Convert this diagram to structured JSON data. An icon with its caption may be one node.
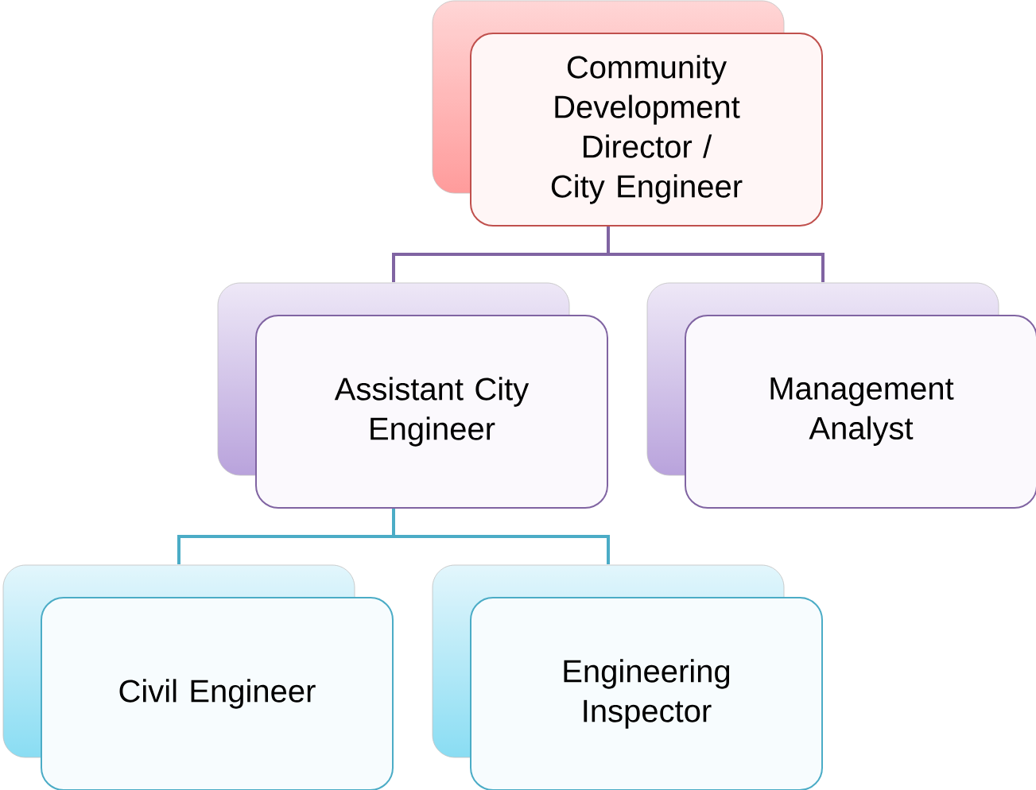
{
  "diagram": {
    "nodes": [
      {
        "text": [
          "Community Development Director / City Engineer"
        ]
      },
      {
        "text": [
          "Assistant City Engineer"
        ]
      },
      {
        "text": [
          "Management Analyst"
        ]
      },
      {
        "text": [
          "Civil Engineer"
        ]
      },
      {
        "text": [
          "Engineering Inspector"
        ]
      }
    ],
    "edges": [
      {
        "from": 0,
        "to": 1,
        "arrow": "none",
        "color": "#8064a2"
      },
      {
        "from": 0,
        "to": 2,
        "arrow": "none",
        "color": "#8064a2"
      },
      {
        "from": 1,
        "to": 3,
        "arrow": "none",
        "color": "#4bacc6"
      },
      {
        "from": 1,
        "to": 4,
        "arrow": "none",
        "color": "#4bacc6"
      }
    ]
  }
}
